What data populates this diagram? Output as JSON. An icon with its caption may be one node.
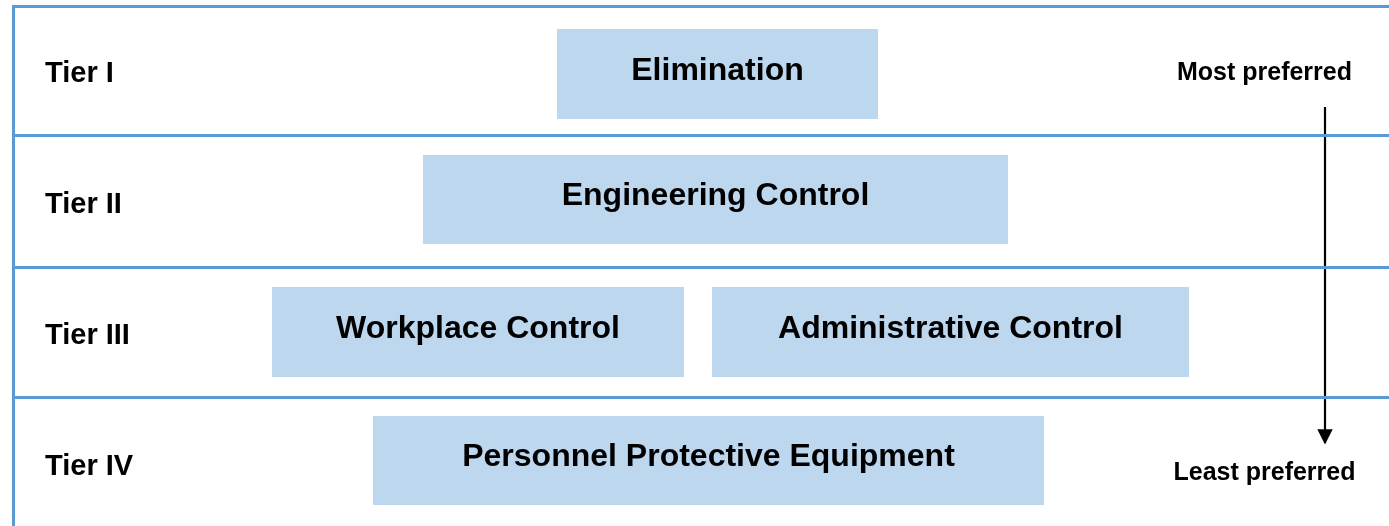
{
  "diagram": {
    "nodes": [
      {
        "text": [
          "Tier I"
        ]
      },
      {
        "text": [
          "Elimination"
        ],
        "in": 0
      },
      {
        "text": [
          "Most preferred"
        ],
        "in": 0
      },
      {
        "text": [
          "Tier II"
        ]
      },
      {
        "text": [
          "Engineering Control"
        ],
        "in": 3
      },
      {
        "text": [
          "Tier III"
        ]
      },
      {
        "text": [
          "Workplace Control"
        ],
        "in": 5
      },
      {
        "text": [
          "Administrative Control"
        ],
        "in": 5
      },
      {
        "text": [
          "Tier IV"
        ]
      },
      {
        "text": [
          "Personnel Protective Equipment"
        ],
        "in": 8
      },
      {
        "text": [
          "Least preferred"
        ],
        "in": 8
      }
    ],
    "edges": [
      {
        "from": 2,
        "to": 10,
        "arrow": "to"
      }
    ]
  }
}
